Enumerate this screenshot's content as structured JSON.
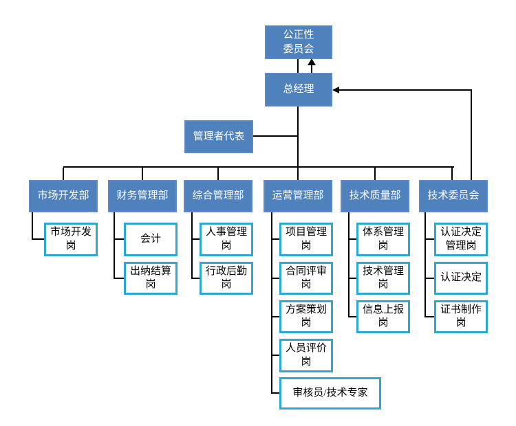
{
  "org_chart": {
    "impartiality_committee": "公正性\n委员会",
    "general_manager": "总经理",
    "management_representative": "管理者代表",
    "departments": [
      {
        "label": "市场开发部",
        "positions": [
          "市场开发\n岗"
        ]
      },
      {
        "label": "财务管理部",
        "positions": [
          "会计",
          "出纳结算\n岗"
        ]
      },
      {
        "label": "综合管理部",
        "positions": [
          "人事管理\n岗",
          "行政后勤\n岗"
        ]
      },
      {
        "label": "运营管理部",
        "positions": [
          "项目管理\n岗",
          "合同评审\n岗",
          "方案策划\n岗",
          "人员评价\n岗",
          "审核员/技术专家"
        ]
      },
      {
        "label": "技术质量部",
        "positions": [
          "体系管理\n岗",
          "技术管理\n岗",
          "信息上报\n岗"
        ]
      },
      {
        "label": "技术委员会",
        "positions": [
          "认证决定\n管理岗",
          "认证决定",
          "证书制作\n岗"
        ]
      }
    ],
    "colors": {
      "department_fill": "#4F81BD",
      "department_border": "#5D89C4",
      "department_text": "#FFFFFF",
      "position_border": "#2EA8CE",
      "position_text": "#000000",
      "connector": "#000000",
      "background": "#FFFFFF"
    }
  }
}
